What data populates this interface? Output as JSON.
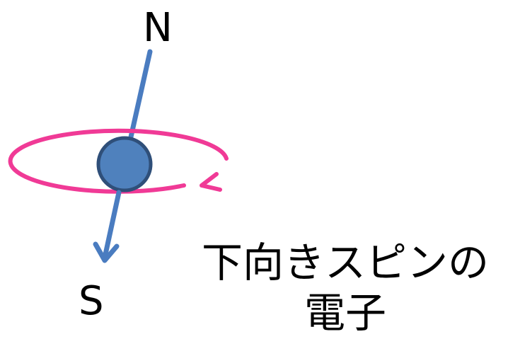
{
  "labels": {
    "north": "N",
    "south": "S"
  },
  "caption": {
    "line1": "下向きスピンの",
    "line2": "電子"
  },
  "colors": {
    "axis": "#4a7cc0",
    "orbit": "#f03a96",
    "sphere_fill": "#4f81bd",
    "sphere_stroke": "#2f4f79",
    "text": "#000000"
  }
}
